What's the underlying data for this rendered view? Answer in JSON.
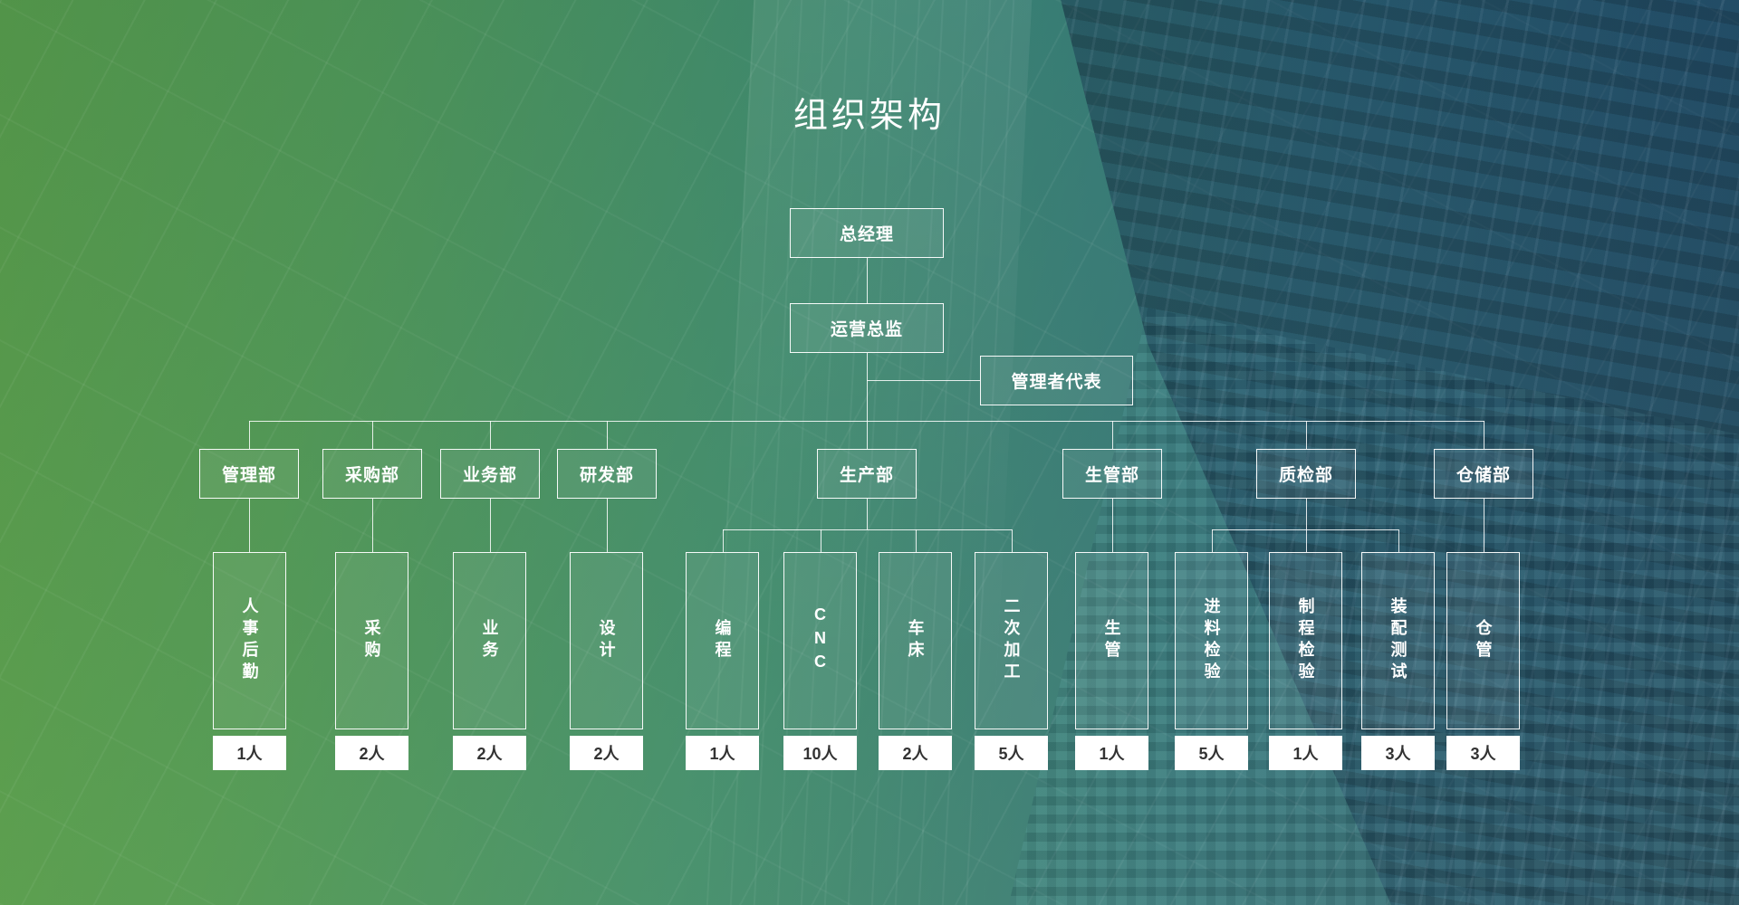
{
  "title": "组织架构",
  "hierarchy": {
    "general_manager": {
      "label": "总经理"
    },
    "operations_director": {
      "label": "运营总监"
    },
    "management_representative": {
      "label": "管理者代表"
    }
  },
  "departments": [
    {
      "label": "管理部"
    },
    {
      "label": "采购部"
    },
    {
      "label": "业务部"
    },
    {
      "label": "研发部"
    },
    {
      "label": "生产部"
    },
    {
      "label": "生管部"
    },
    {
      "label": "质检部"
    },
    {
      "label": "仓储部"
    }
  ],
  "units": [
    {
      "label": "人事后勤",
      "count": "1人"
    },
    {
      "label": "采购",
      "count": "2人"
    },
    {
      "label": "业务",
      "count": "2人"
    },
    {
      "label": "设计",
      "count": "2人"
    },
    {
      "label": "编程",
      "count": "1人"
    },
    {
      "label": "CNC",
      "count": "10人"
    },
    {
      "label": "车床",
      "count": "2人"
    },
    {
      "label": "二次加工",
      "count": "5人"
    },
    {
      "label": "生管",
      "count": "1人"
    },
    {
      "label": "进料检验",
      "count": "5人"
    },
    {
      "label": "制程检验",
      "count": "1人"
    },
    {
      "label": "装配测试",
      "count": "3人"
    },
    {
      "label": "仓管",
      "count": "3人"
    }
  ],
  "colors": {
    "gradient_left": "#61a74c",
    "gradient_right": "#1b4772",
    "box_border": "#ffffff",
    "count_box_bg": "#ffffff",
    "count_text": "#333333"
  }
}
